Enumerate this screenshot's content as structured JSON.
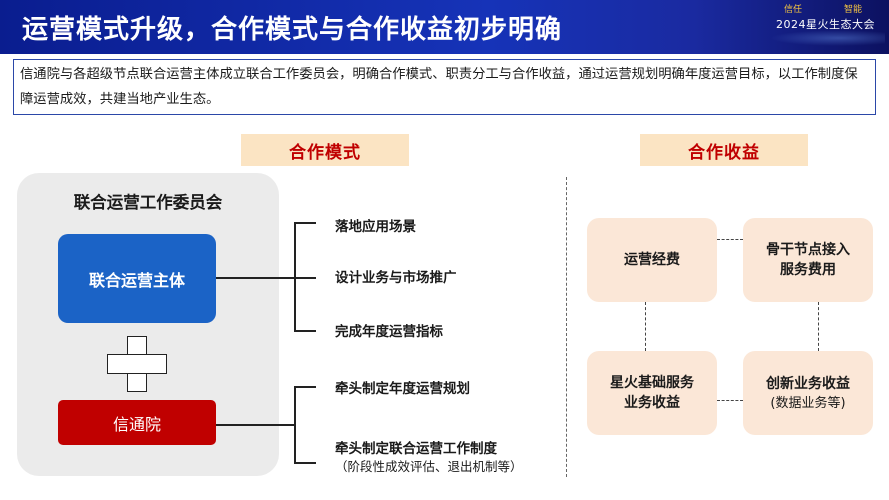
{
  "header": {
    "title": "运营模式升级，合作模式与合作收益初步明确",
    "brand": {
      "tag_left": "信任",
      "tag_right": "智能",
      "event": "2024星火生态大会"
    }
  },
  "intro": {
    "text": "信通院与各超级节点联合运营主体成立联合工作委员会，明确合作模式、职责分工与合作收益，通过运营规划明确年度运营目标，以工作制度保障运营成效，共建当地产业生态。"
  },
  "cooperation_model": {
    "heading": "合作模式",
    "committee_title": "联合运营工作委员会",
    "operator_label": "联合运营主体",
    "caict_label": "信通院",
    "operator_duties": [
      "落地应用场景",
      "设计业务与市场推广",
      "完成年度运营指标"
    ],
    "caict_duties": [
      "牵头制定年度运营规划",
      "牵头制定联合运营工作制度"
    ],
    "caict_duty_note": "（阶段性成效评估、退出机制等）"
  },
  "cooperation_revenue": {
    "heading": "合作收益",
    "items": [
      {
        "title": "运营经费",
        "note": ""
      },
      {
        "title_line1": "骨干节点接入",
        "title_line2": "服务费用"
      },
      {
        "title_line1": "星火基础服务",
        "title_line2": "业务收益"
      },
      {
        "title": "创新业务收益",
        "note": "(数据业务等)"
      }
    ]
  },
  "colors": {
    "header_blue": "#1633b8",
    "accent_red": "#c00000",
    "operator_blue": "#1b63c6",
    "tag_bg": "#fbe4c3",
    "revenue_bg": "#fbe7d7",
    "panel_grey": "#ebebeb"
  },
  "icons": {
    "plus": "plus-icon"
  }
}
